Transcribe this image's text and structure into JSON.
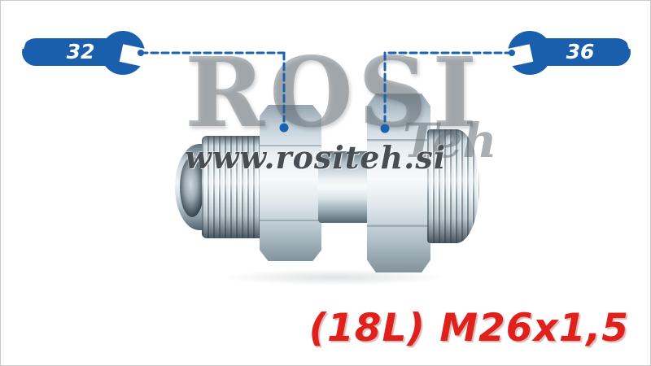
{
  "wrenches": {
    "left_size": "32",
    "right_size": "36"
  },
  "watermark": {
    "brand": "ROSI",
    "suffix": "Teh",
    "website": "www.rositeh.si"
  },
  "label": {
    "text": "(18L) M26x1,5"
  },
  "colors": {
    "wrench_blue": "#1a5fae",
    "annotation_blue": "#1b62b1",
    "label_red": "#e0211b",
    "metal_light": "#eef3f6",
    "metal_dark": "#7c8e99"
  }
}
